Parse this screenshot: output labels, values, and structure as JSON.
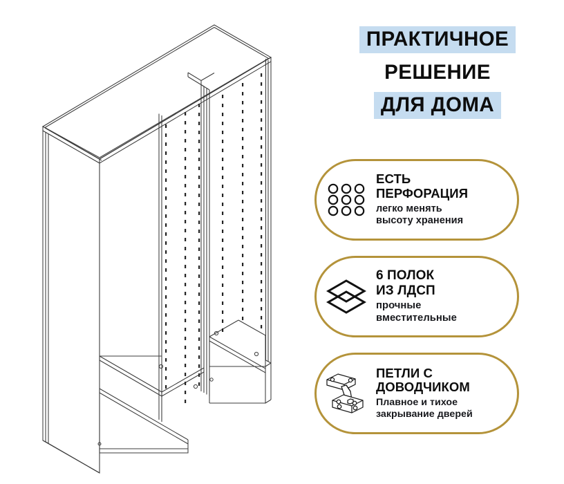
{
  "headline": {
    "lines": [
      {
        "text": "ПРАКТИЧНОЕ",
        "highlighted": true
      },
      {
        "text": "РЕШЕНИЕ",
        "highlighted": false
      },
      {
        "text": "ДЛЯ ДОМА",
        "highlighted": true
      }
    ],
    "highlight_color": "#c5dcf0",
    "text_color": "#0d0d0d"
  },
  "cards": [
    {
      "icon": "perforation-grid-icon",
      "title": "ЕСТЬ\nПЕРФОРАЦИЯ",
      "subtitle": "легко менять\nвысоту хранения",
      "border_color": "#b4933a"
    },
    {
      "icon": "stacked-shelves-icon",
      "title": "6 ПОЛОК\nИЗ ЛДСП",
      "subtitle": "прочные\nвместительные",
      "border_color": "#b4933a"
    },
    {
      "icon": "soft-close-hinge-icon",
      "title": "ПЕТЛИ С\nДОВОДЧИКОМ",
      "subtitle": "Плавное и тихое\nзакрывание дверей",
      "border_color": "#b4933a"
    }
  ],
  "illustration": {
    "name": "wardrobe-carcass-isometric-drawing",
    "line_color": "#3b3b3b",
    "background": "#ffffff"
  }
}
